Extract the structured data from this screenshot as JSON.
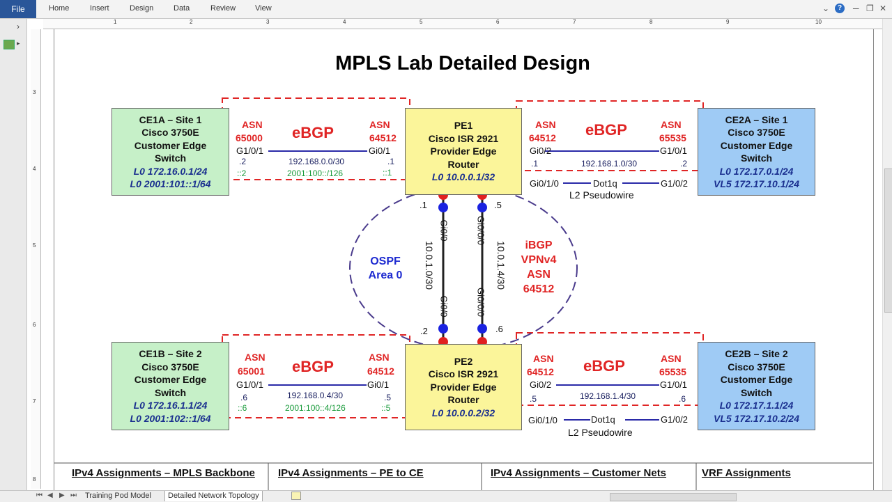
{
  "ribbon": {
    "file": "File",
    "tabs": [
      "Home",
      "Insert",
      "Design",
      "Data",
      "Review",
      "View"
    ]
  },
  "rulers": {
    "top": [
      "1",
      "2",
      "3",
      "4",
      "5",
      "6",
      "7",
      "8",
      "9",
      "10"
    ],
    "left": [
      "3",
      "4",
      "5",
      "6",
      "7",
      "8"
    ]
  },
  "diagram": {
    "title": "MPLS Lab Detailed Design",
    "ce1a": {
      "lines": [
        "CE1A – Site 1",
        "Cisco 3750E",
        "Customer Edge",
        "Switch"
      ],
      "lo": [
        "L0 172.16.0.1/24",
        "L0 2001:101::1/64"
      ]
    },
    "ce1b": {
      "lines": [
        "CE1B – Site 2",
        "Cisco 3750E",
        "Customer Edge",
        "Switch"
      ],
      "lo": [
        "L0 172.16.1.1/24",
        "L0 2001:102::1/64"
      ]
    },
    "pe1": {
      "lines": [
        "PE1",
        "Cisco ISR 2921",
        "Provider Edge",
        "Router"
      ],
      "lo": [
        "L0 10.0.0.1/32"
      ]
    },
    "pe2": {
      "lines": [
        "PE2",
        "Cisco ISR 2921",
        "Provider Edge",
        "Router"
      ],
      "lo": [
        "L0 10.0.0.2/32"
      ]
    },
    "ce2a": {
      "lines": [
        "CE2A – Site 1",
        "Cisco 3750E",
        "Customer Edge",
        "Switch"
      ],
      "lo": [
        "L0 172.17.0.1/24",
        "VL5 172.17.10.1/24"
      ]
    },
    "ce2b": {
      "lines": [
        "CE2B – Site 2",
        "Cisco 3750E",
        "Customer Edge",
        "Switch"
      ],
      "lo": [
        "L0 172.17.1.1/24",
        "VL5 172.17.10.2/24"
      ]
    },
    "ebgp": "eBGP",
    "asn": "ASN",
    "asn_numbers": {
      "ce1a": "65000",
      "ce1b": "65001",
      "provider": "64512",
      "ce2": "65535"
    },
    "interfaces": {
      "g101": "G1/0/1",
      "gi01": "Gi0/1",
      "gi02": "Gi0/2",
      "gi010": "Gi0/1/0",
      "g102": "G1/0/2",
      "gi00": "Gi0/0",
      "gi000": "Gi0/0/0"
    },
    "links": {
      "top_left": {
        "v4": "192.168.0.0/30",
        "v6": "2001:100::/126",
        "ce_v4": ".2",
        "ce_v6": "::2",
        "pe_v4": ".1",
        "pe_v6": "::1"
      },
      "top_right": {
        "v4": "192.168.1.0/30",
        "pe": ".1",
        "ce": ".2"
      },
      "bot_left": {
        "v4": "192.168.0.4/30",
        "v6": "2001:100::4/126",
        "ce_v4": ".6",
        "ce_v6": "::6",
        "pe_v4": ".5",
        "pe_v6": "::5"
      },
      "bot_right": {
        "v4": "192.168.1.4/30",
        "pe": ".5",
        "ce": ".6"
      }
    },
    "pseudowire": {
      "dot1q": "Dot1q",
      "label": "L2 Pseudowire"
    },
    "core": {
      "left_subnet": "10.0.1.0/30",
      "right_subnet": "10.0.1.4/30",
      "pe1_left": ".1",
      "pe1_right": ".5",
      "pe2_left": ".2",
      "pe2_right": ".6",
      "ospf": [
        "OSPF",
        "Area 0"
      ],
      "ibgp": [
        "iBGP",
        "VPNv4",
        "ASN",
        "64512"
      ]
    },
    "section_headers": [
      "IPv4 Assignments – MPLS Backbone",
      "IPv4 Assignments – PE to CE",
      "IPv4 Assignments – Customer Nets",
      "VRF Assignments"
    ]
  },
  "page_tabs": [
    "Training Pod Model",
    "Detailed Network Topology"
  ],
  "colors": {
    "red": "#e02525",
    "link": "#1d2ad0",
    "green_box": "#c6f0c8",
    "yellow_box": "#fbf59a",
    "blue_box": "#9fcbf5"
  }
}
